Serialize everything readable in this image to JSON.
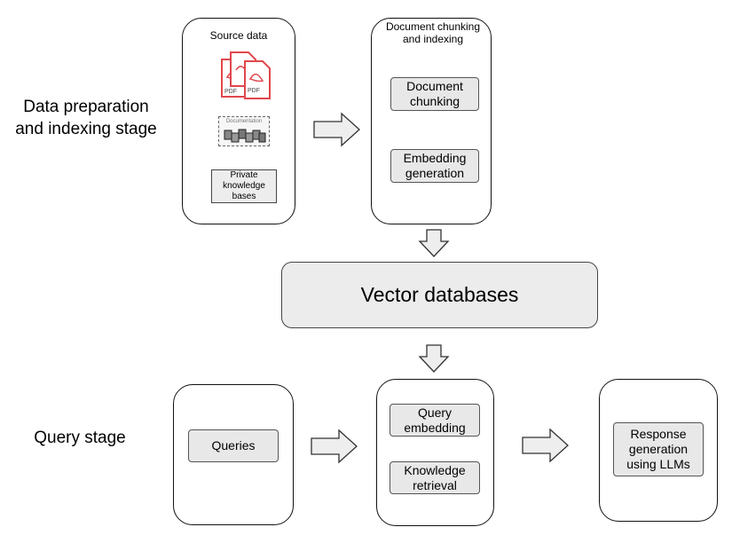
{
  "stages": {
    "data_prep": "Data preparation\nand indexing stage",
    "query": "Query stage"
  },
  "source_panel": {
    "title": "Source data",
    "pdf_label_1": "PDF",
    "pdf_label_2": "PDF",
    "documentation_caption": "Documentation",
    "private_kb": "Private\nknowledge\nbases"
  },
  "chunking_panel": {
    "title": "Document chunking\nand indexing",
    "document_chunking": "Document\nchunking",
    "embedding_generation": "Embedding\ngeneration"
  },
  "vector_db": "Vector databases",
  "queries_panel": {
    "queries": "Queries"
  },
  "retrieval_panel": {
    "query_embedding": "Query\nembedding",
    "knowledge_retrieval": "Knowledge\nretrieval"
  },
  "response_panel": {
    "response_generation": "Response\ngeneration\nusing LLMs"
  },
  "colors": {
    "pdf_red": "#e0474c",
    "box_fill": "#e8e8e8",
    "arrow_fill": "#eeeeee"
  }
}
